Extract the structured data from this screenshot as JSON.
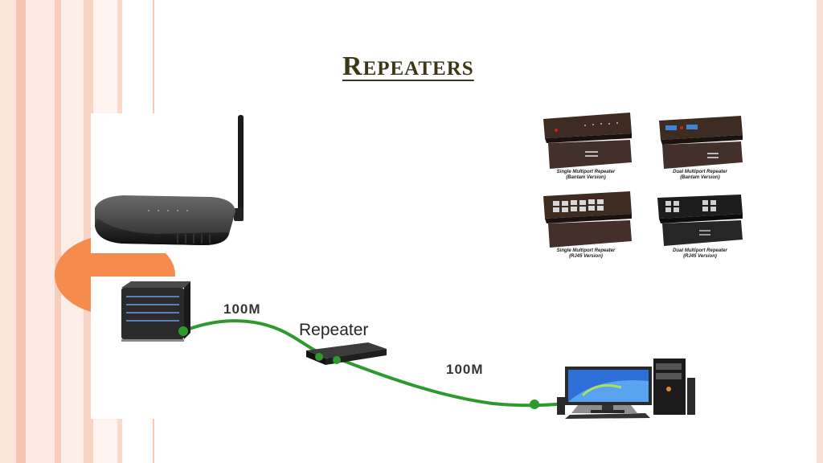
{
  "slide": {
    "title_first": "R",
    "title_rest": "epeaters",
    "colors": {
      "accent_orange": "#f58b4c",
      "stripe_pink": "#f8c7b3",
      "title": "#3b3818",
      "cable_green": "#2e9a2e"
    }
  },
  "products": {
    "items": [
      {
        "line1": "Single Multiport Repeater",
        "line2": "(Bantam Version)"
      },
      {
        "line1": "Dual Multiport Repeater",
        "line2": "(Bantam Version)"
      },
      {
        "line1": "Single Multiport Repeater",
        "line2": "(RJ45 Version)"
      },
      {
        "line1": "Dual Multiport Repeater",
        "line2": "(RJ45 Version)"
      }
    ]
  },
  "network": {
    "link_left": "100M",
    "device": "Repeater",
    "link_right": "100M",
    "icons": [
      "wireless-router-icon",
      "server-icon",
      "repeater-device-icon",
      "desktop-computer-icon"
    ]
  }
}
